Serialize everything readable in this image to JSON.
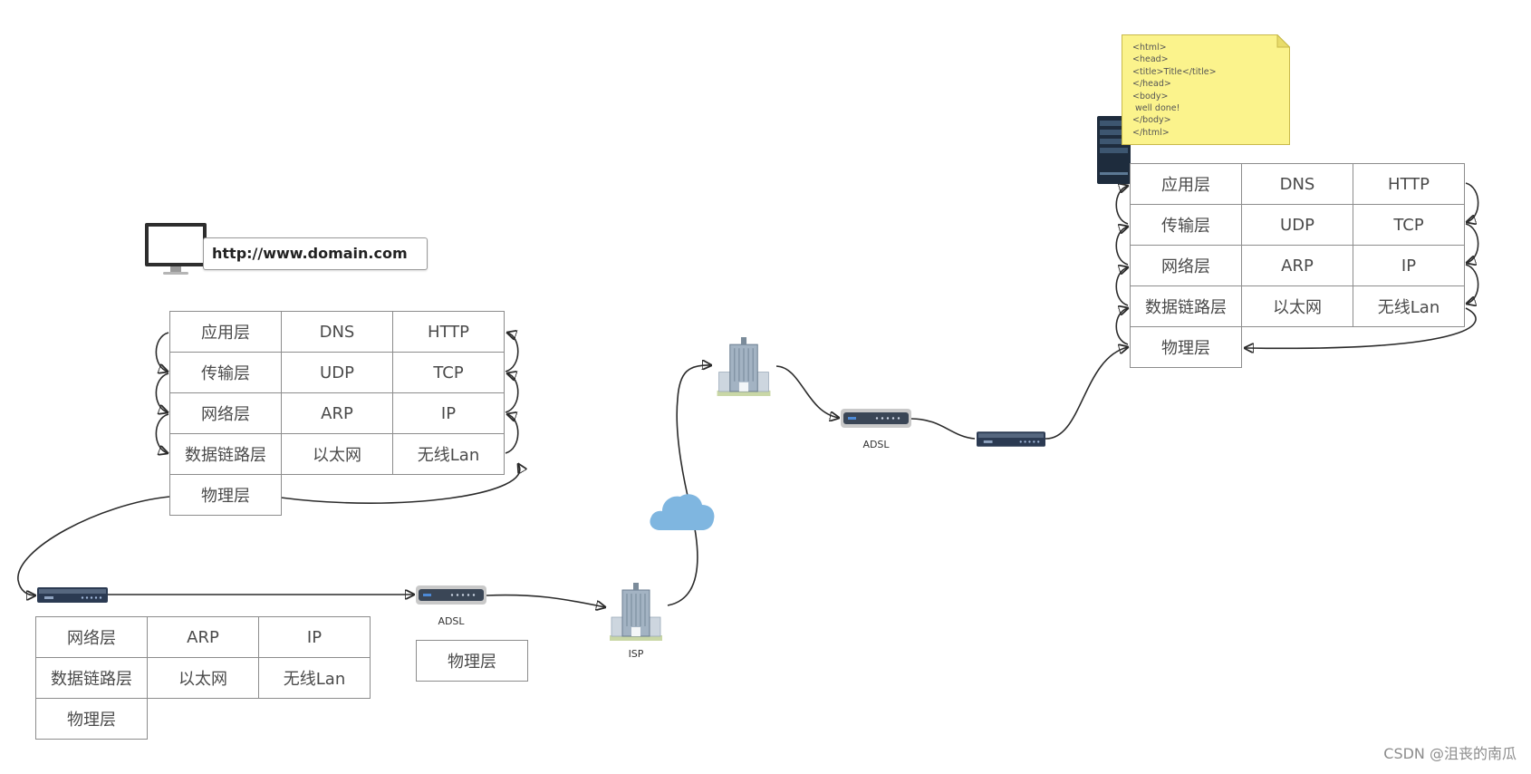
{
  "client": {
    "url": "http://www.domain.com",
    "stack": [
      [
        "应用层",
        "DNS",
        "HTTP"
      ],
      [
        "传输层",
        "UDP",
        "TCP"
      ],
      [
        "网络层",
        "ARP",
        "IP"
      ],
      [
        "数据链路层",
        "以太网",
        "无线Lan"
      ],
      [
        "物理层"
      ]
    ]
  },
  "router_stack": [
    [
      "网络层",
      "ARP",
      "IP"
    ],
    [
      "数据链路层",
      "以太网",
      "无线Lan"
    ],
    [
      "物理层"
    ]
  ],
  "modem_stack": [
    "物理层"
  ],
  "devices": {
    "adsl_left_label": "ADSL",
    "isp_label": "ISP",
    "adsl_right_label": "ADSL",
    "icons": [
      "monitor-icon",
      "switch-icon",
      "adsl-modem-icon",
      "building-icon",
      "cloud-icon",
      "server-icon"
    ]
  },
  "server": {
    "note_lines": [
      "<html>",
      "<head>",
      "<title>Title</title>",
      "</head>",
      "<body>",
      " well done!",
      "</body>",
      "</html>"
    ],
    "stack": [
      [
        "应用层",
        "DNS",
        "HTTP"
      ],
      [
        "传输层",
        "UDP",
        "TCP"
      ],
      [
        "网络层",
        "ARP",
        "IP"
      ],
      [
        "数据链路层",
        "以太网",
        "无线Lan"
      ],
      [
        "物理层"
      ]
    ]
  },
  "watermark": "CSDN @沮丧的南瓜",
  "colors": {
    "note": "#fbf38c",
    "cloud": "#7fb6e0",
    "device_dark": "#2b3a52",
    "arrow": "#2b2b2b"
  }
}
